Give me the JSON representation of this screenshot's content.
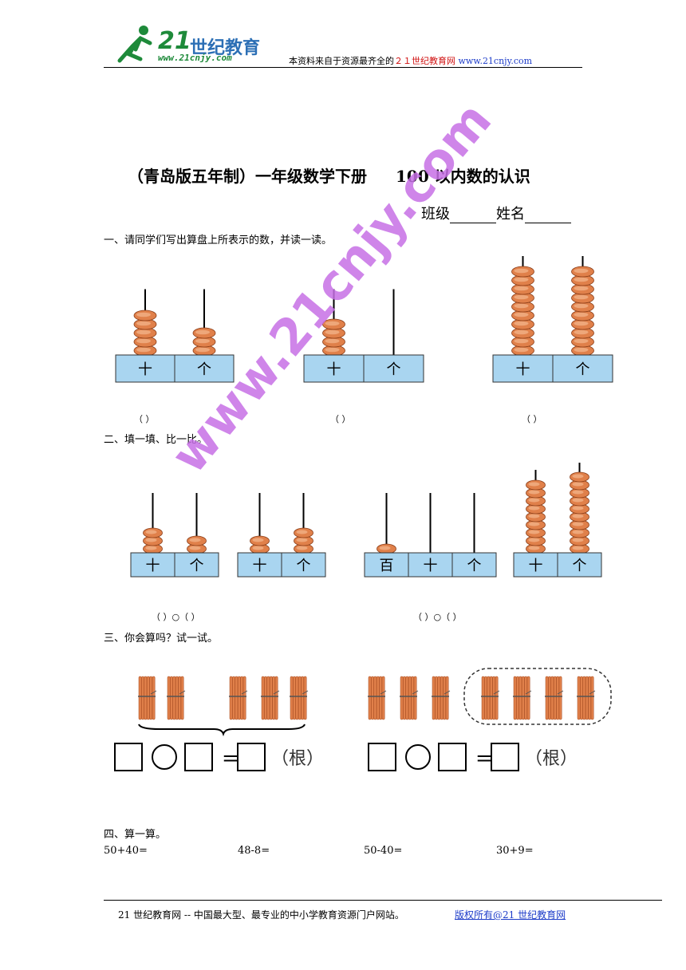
{
  "header": {
    "logo_number": "21",
    "logo_text": "世纪教育",
    "logo_url": "www.21cnjy.com",
    "note_prefix": "本资料来自于资源最齐全的",
    "note_brand": "２１世纪教育网",
    "note_url": "www.21cnjy.com"
  },
  "title": {
    "left": "（青岛版五年制）一年级数学下册",
    "right": "100 以内数的认识"
  },
  "student": {
    "class_label": "班级",
    "name_label": "姓名"
  },
  "section1": {
    "heading": "一、请同学们写出算盘上所表示的数，并读一读。",
    "abacuses": [
      {
        "labels": [
          "十",
          "个"
        ],
        "beads": [
          5,
          3
        ]
      },
      {
        "labels": [
          "十",
          "个"
        ],
        "beads": [
          4,
          0
        ]
      },
      {
        "labels": [
          "十",
          "个"
        ],
        "beads": [
          10,
          10
        ]
      }
    ],
    "answer_marks": [
      "（          ）",
      "（          ）",
      "（          ）"
    ]
  },
  "section2": {
    "heading": "二、填一填、比一比。",
    "abacuses": [
      {
        "labels": [
          "十",
          "个"
        ],
        "beads": [
          3,
          2
        ]
      },
      {
        "labels": [
          "十",
          "个"
        ],
        "beads": [
          2,
          3
        ]
      },
      {
        "labels": [
          "百",
          "十",
          "个"
        ],
        "beads": [
          1,
          0,
          0
        ]
      },
      {
        "labels": [
          "十",
          "个"
        ],
        "beads": [
          9,
          10
        ]
      }
    ],
    "compare_left": "（          ）○（          ）",
    "compare_right": "（          ）○（          ）"
  },
  "section3": {
    "heading": "三、你会算吗？试一试。",
    "left_bundles": 5,
    "right_bundles_outside": 3,
    "right_bundles_circled": 4,
    "unit": "（根）",
    "equals": "="
  },
  "section4": {
    "heading": "四、算一算。",
    "problems": [
      "50+40=",
      "48-8=",
      "50-40=",
      "30+9="
    ]
  },
  "watermark": "www.21cnjy.com",
  "footer": {
    "text": "21 世纪教育网 -- 中国最大型、最专业的中小学教育资源门户网站。",
    "copyright": "版权所有@21 世纪教育网"
  },
  "colors": {
    "bead": "#e0804a",
    "box": "#a9d5f0",
    "watermark": "#c770e6",
    "link": "#1d3cc9",
    "red": "#d01010"
  }
}
